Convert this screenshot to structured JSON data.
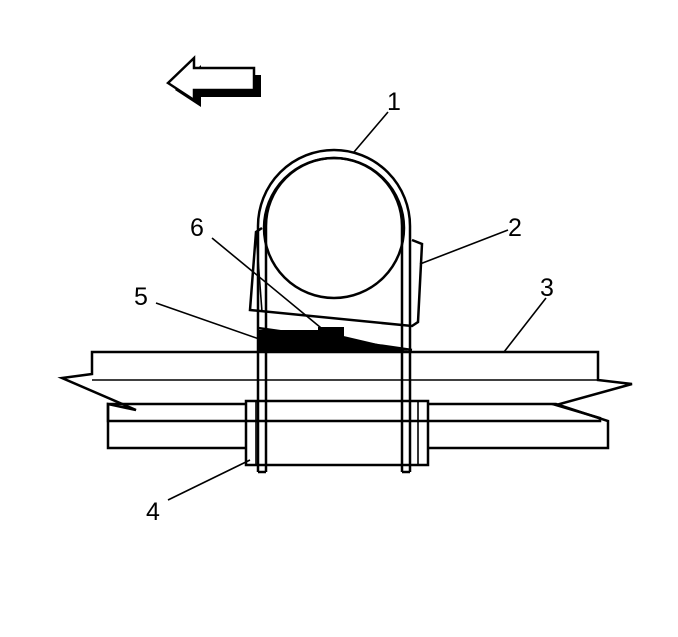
{
  "callouts": [
    {
      "id": "1",
      "label": "1"
    },
    {
      "id": "2",
      "label": "2"
    },
    {
      "id": "3",
      "label": "3"
    },
    {
      "id": "4",
      "label": "4"
    },
    {
      "id": "5",
      "label": "5"
    },
    {
      "id": "6",
      "label": "6"
    }
  ],
  "direction_arrow": {
    "icon": "arrow-left-icon",
    "points_to": "left"
  },
  "colors": {
    "ink": "#000000",
    "background": "#ffffff"
  }
}
